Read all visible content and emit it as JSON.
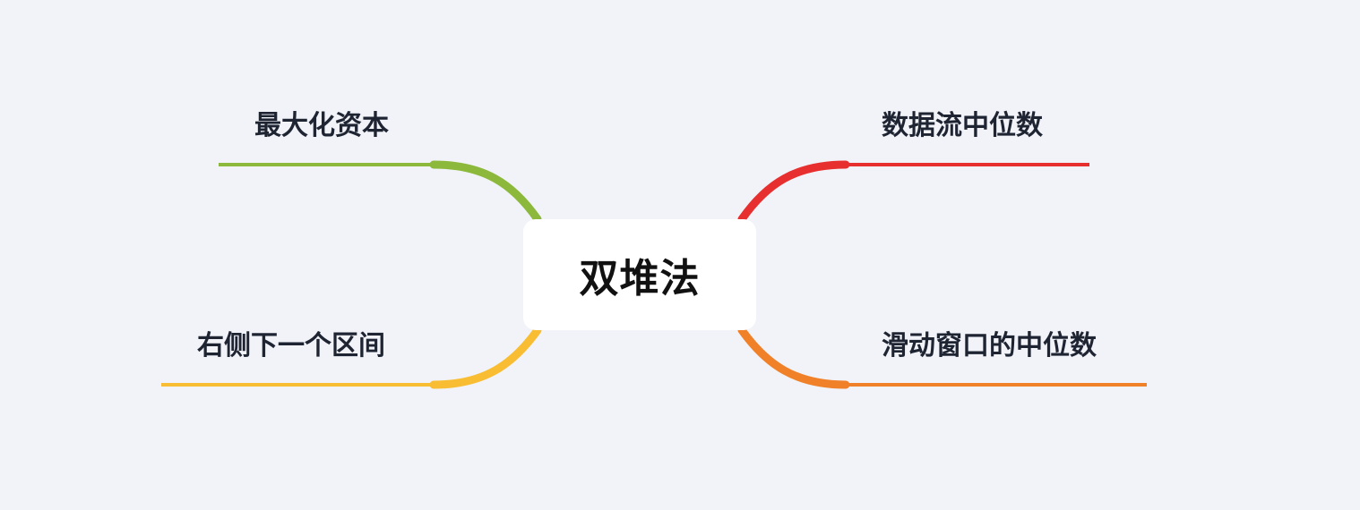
{
  "center": {
    "label": "双堆法"
  },
  "branches": [
    {
      "label": "最大化资本",
      "color": "#8cb83b"
    },
    {
      "label": "右侧下一个区间",
      "color": "#f8bd32"
    },
    {
      "label": "数据流中位数",
      "color": "#e82f2f"
    },
    {
      "label": "滑动窗口的中位数",
      "color": "#f08129"
    }
  ]
}
